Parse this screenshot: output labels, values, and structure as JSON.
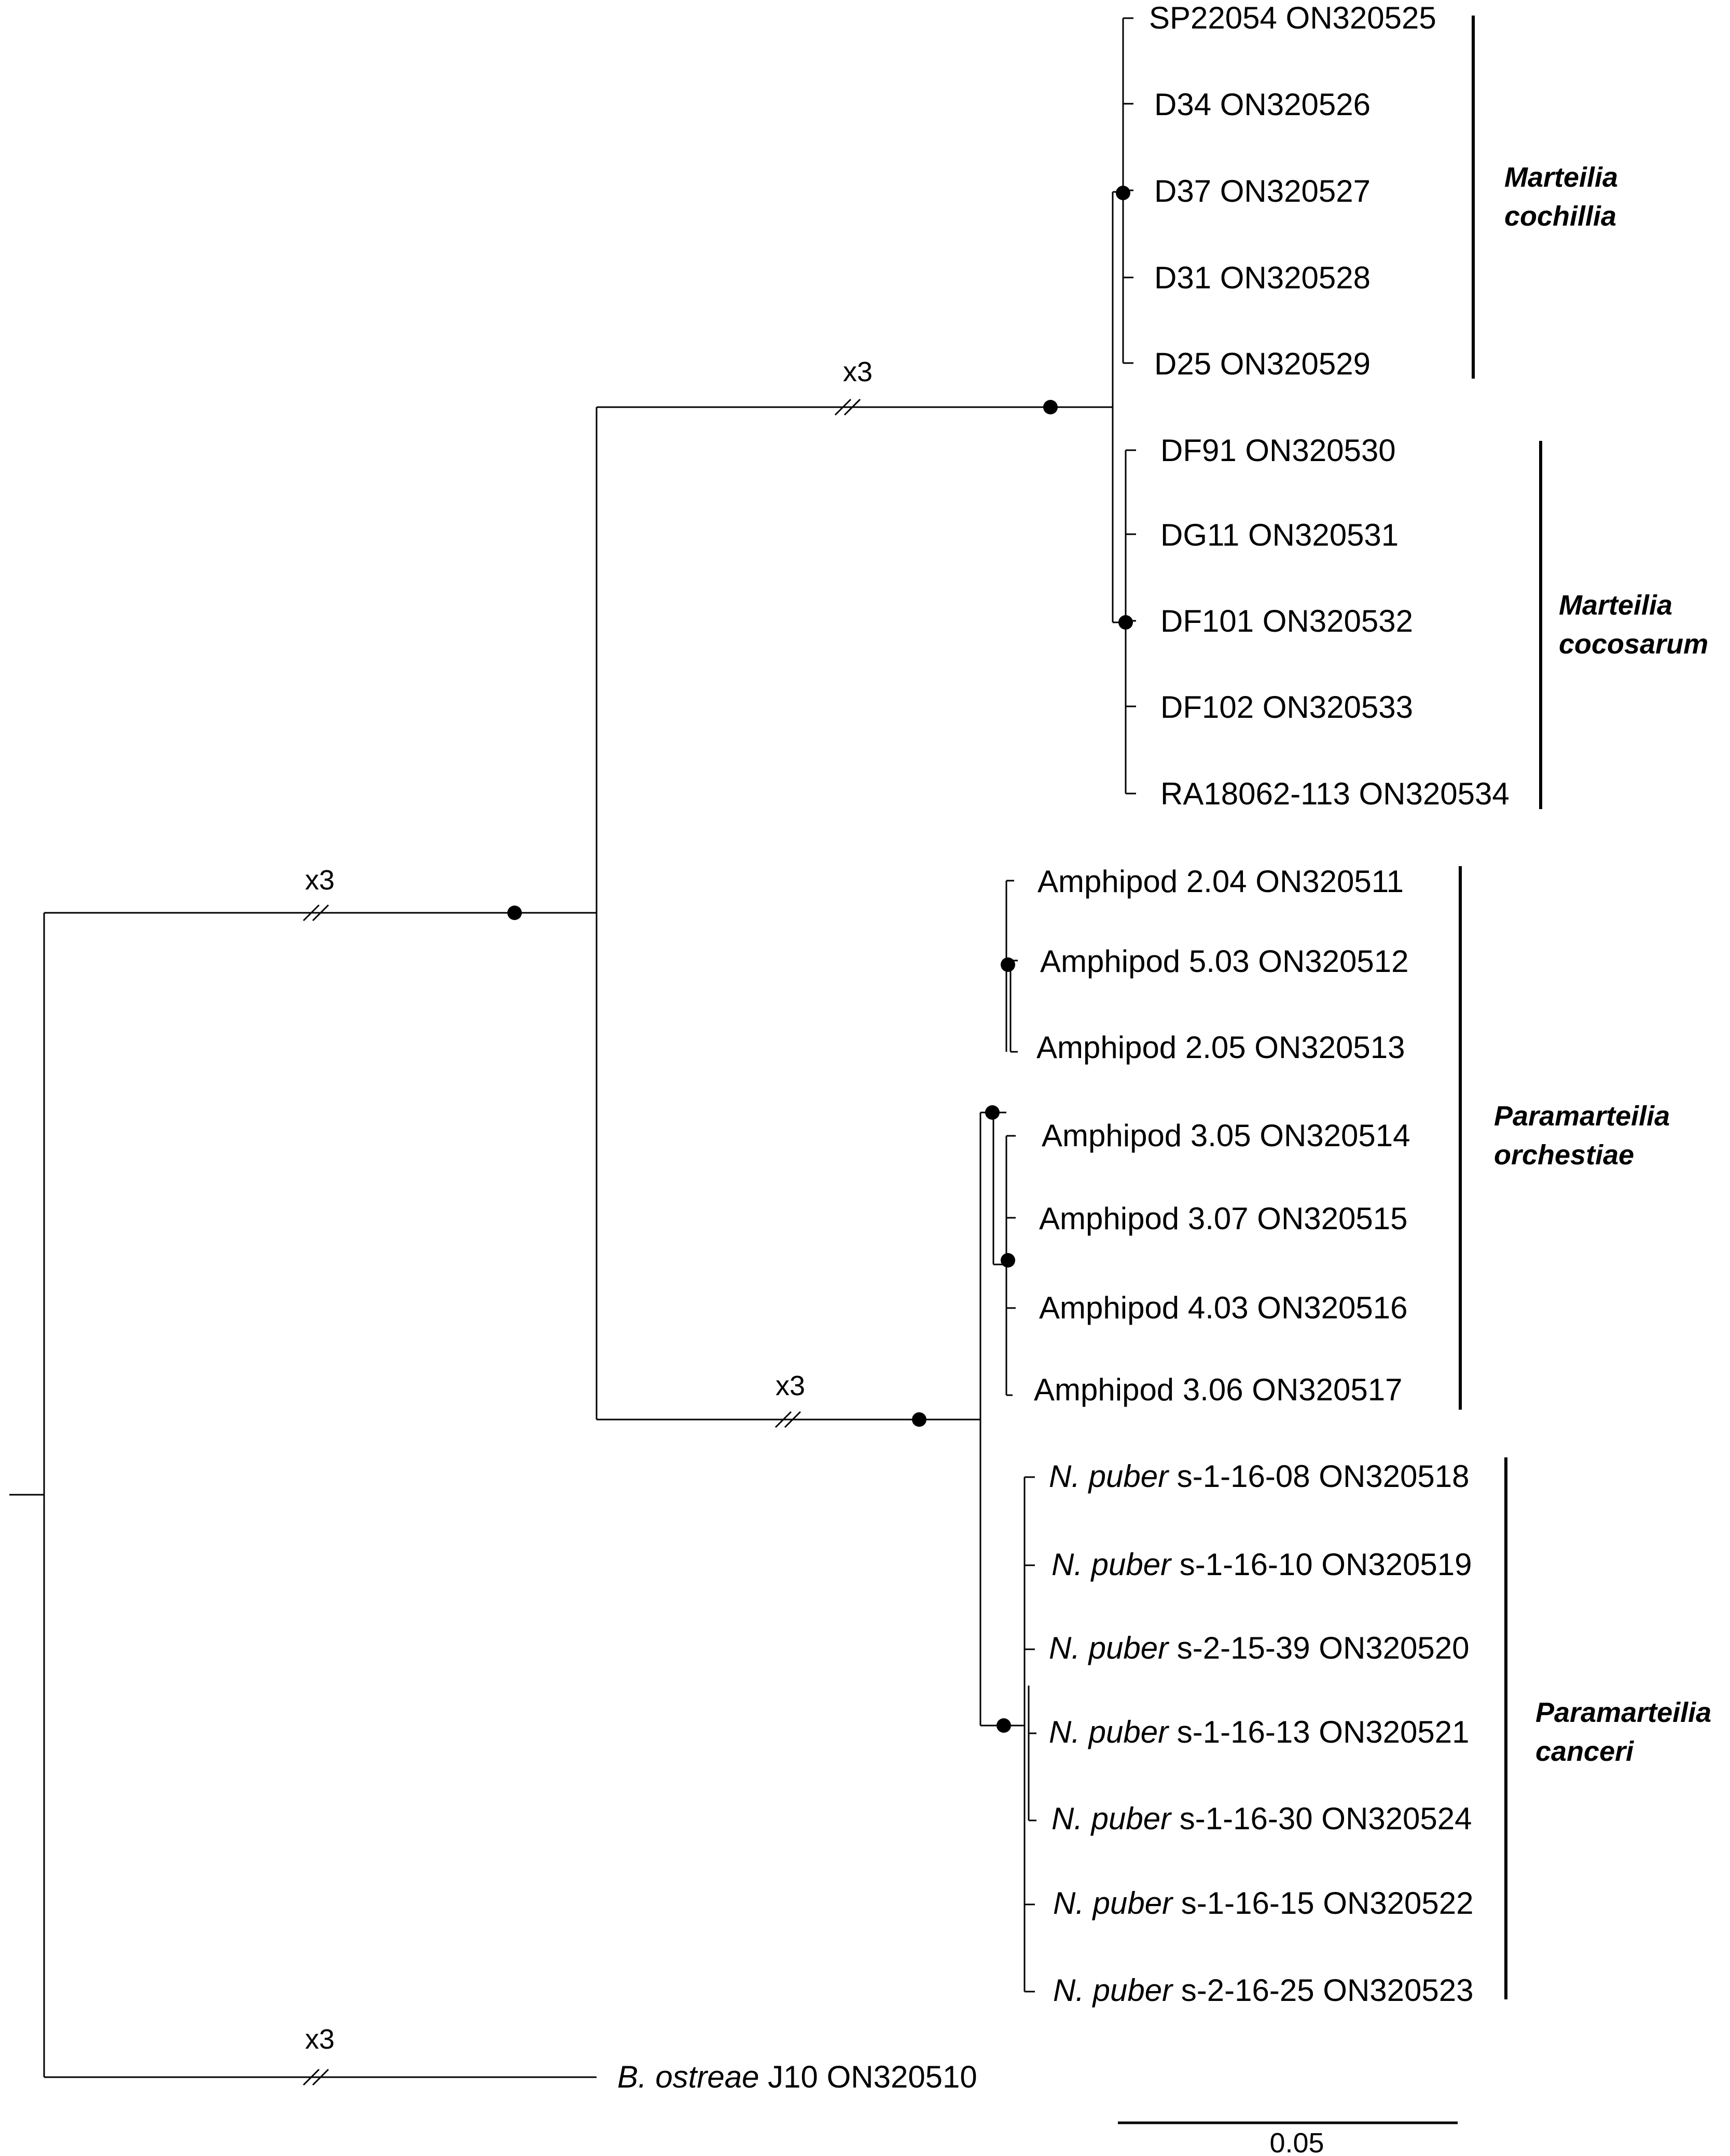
{
  "taxa": [
    {
      "id": "sp22054",
      "italic": "",
      "text": "SP22054 ON320525"
    },
    {
      "id": "d34",
      "italic": "",
      "text": "D34 ON320526"
    },
    {
      "id": "d37",
      "italic": "",
      "text": "D37 ON320527"
    },
    {
      "id": "d31",
      "italic": "",
      "text": "D31 ON320528"
    },
    {
      "id": "d25",
      "italic": "",
      "text": "D25 ON320529"
    },
    {
      "id": "df91",
      "italic": "",
      "text": "DF91 ON320530"
    },
    {
      "id": "dg11",
      "italic": "",
      "text": "DG11 ON320531"
    },
    {
      "id": "df101",
      "italic": "",
      "text": "DF101 ON320532"
    },
    {
      "id": "df102",
      "italic": "",
      "text": "DF102 ON320533"
    },
    {
      "id": "ra18062",
      "italic": "",
      "text": "RA18062-113 ON320534"
    },
    {
      "id": "amph204",
      "italic": "",
      "text": "Amphipod 2.04 ON320511"
    },
    {
      "id": "amph503",
      "italic": "",
      "text": "Amphipod 5.03 ON320512"
    },
    {
      "id": "amph205",
      "italic": "",
      "text": "Amphipod 2.05 ON320513"
    },
    {
      "id": "amph305",
      "italic": "",
      "text": "Amphipod 3.05 ON320514"
    },
    {
      "id": "amph307",
      "italic": "",
      "text": "Amphipod 3.07 ON320515"
    },
    {
      "id": "amph403",
      "italic": "",
      "text": "Amphipod 4.03 ON320516"
    },
    {
      "id": "amph306",
      "italic": "",
      "text": "Amphipod 3.06 ON320517"
    },
    {
      "id": "np11608",
      "italic": "N. puber",
      "text": " s-1-16-08 ON320518"
    },
    {
      "id": "np11610",
      "italic": "N. puber",
      "text": " s-1-16-10 ON320519"
    },
    {
      "id": "np21539",
      "italic": "N. puber",
      "text": " s-2-15-39 ON320520"
    },
    {
      "id": "np11613",
      "italic": "N. puber",
      "text": " s-1-16-13 ON320521"
    },
    {
      "id": "np11630",
      "italic": "N. puber",
      "text": " s-1-16-30 ON320524"
    },
    {
      "id": "np11615",
      "italic": "N. puber",
      "text": " s-1-16-15 ON320522"
    },
    {
      "id": "np21625",
      "italic": "N. puber",
      "text": " s-2-16-25 ON320523"
    },
    {
      "id": "bostreae",
      "italic": "B. ostreae",
      "text": " J10 ON320510"
    }
  ],
  "clades": [
    {
      "id": "cochillia",
      "line1": "Marteilia",
      "line2": "cochillia"
    },
    {
      "id": "cocosarum",
      "line1": "Marteilia",
      "line2": "cocosarum"
    },
    {
      "id": "orchestiae",
      "line1": "Paramarteilia",
      "line2": "orchestiae"
    },
    {
      "id": "canceri",
      "line1": "Paramarteilia",
      "line2": "canceri"
    }
  ],
  "break_labels": [
    "x3",
    "x3",
    "x3",
    "x3"
  ],
  "scale_bar": {
    "label": "0.05"
  }
}
